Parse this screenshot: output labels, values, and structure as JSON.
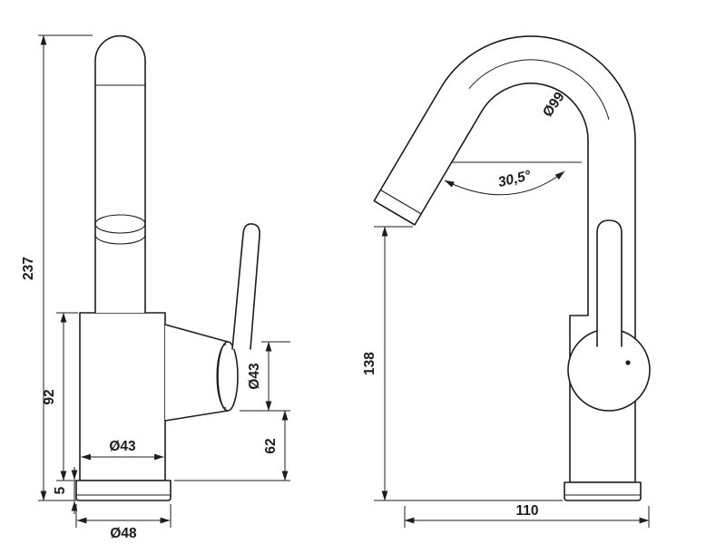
{
  "drawing": {
    "type": "faucet technical dimension drawing",
    "colors": {
      "line": "#1d1d1b",
      "background": "#ffffff"
    },
    "front_view": {
      "dim_total_height": "237",
      "dim_body_height": "92",
      "dim_base_height": "5",
      "dim_body_diameter": "Ø43",
      "dim_base_diameter": "Ø48",
      "dim_cartridge_diameter": "Ø43",
      "dim_cartridge_offset": "62"
    },
    "side_view": {
      "dim_bend_diameter": "Ø99",
      "dim_spout_angle": "30,5°",
      "dim_outlet_height": "138",
      "dim_reach": "110"
    }
  }
}
